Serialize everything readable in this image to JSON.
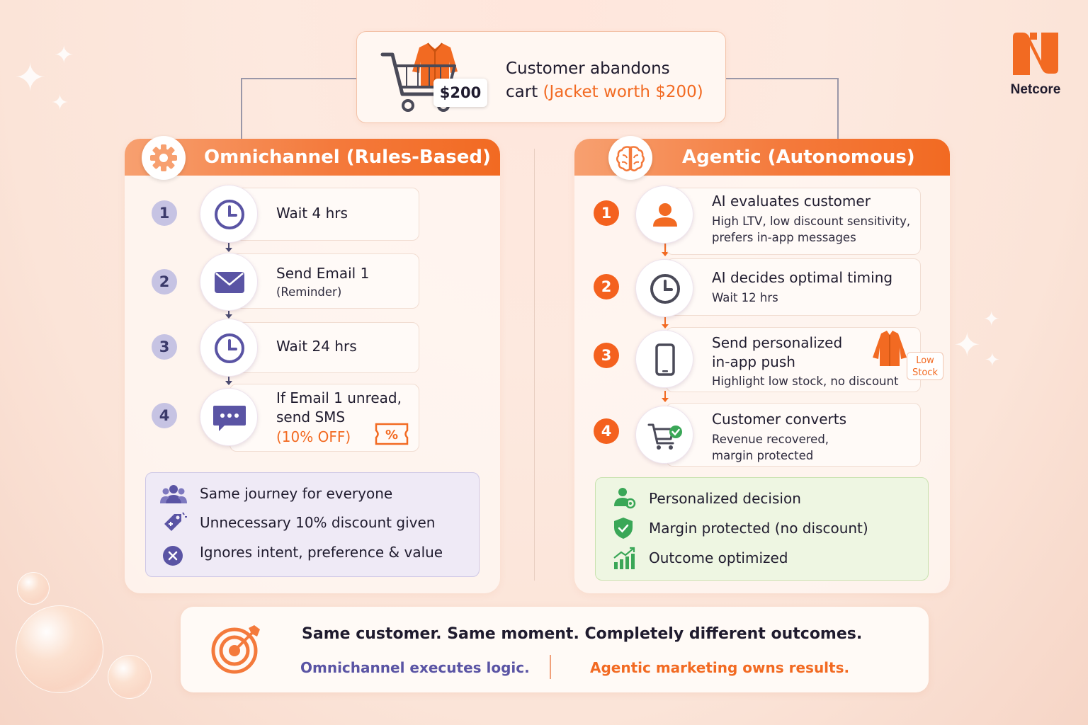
{
  "brand": {
    "name": "Netcore",
    "color": "#f26a22"
  },
  "top": {
    "line1": "Customer abandons",
    "line2_prefix": "cart ",
    "line2_accent": "(Jacket worth $200)",
    "price_tag": "$200"
  },
  "left": {
    "title": "Omnichannel (Rules-Based)",
    "icon": "gear-icon",
    "steps": [
      {
        "num": "1",
        "icon": "clock-icon",
        "title": "Wait 4 hrs"
      },
      {
        "num": "2",
        "icon": "envelope-icon",
        "title": "Send Email 1",
        "sub": "(Reminder)"
      },
      {
        "num": "3",
        "icon": "clock-icon",
        "title": "Wait 24 hrs"
      },
      {
        "num": "4",
        "icon": "chat-icon",
        "line1": "If Email 1 unread,",
        "line2": "send SMS",
        "accent": "(10% OFF)",
        "badge_icon": "percent-coupon-icon"
      }
    ],
    "summary": [
      {
        "icon": "group-icon",
        "text": "Same journey for everyone"
      },
      {
        "icon": "discount-tag-icon",
        "text": "Unnecessary 10% discount given"
      },
      {
        "icon": "x-circle-icon",
        "text": "Ignores intent, preference & value"
      }
    ]
  },
  "right": {
    "title": "Agentic (Autonomous)",
    "icon": "brain-icon",
    "steps": [
      {
        "num": "1",
        "icon": "person-icon",
        "title": "AI evaluates customer",
        "sub1": "High LTV, low discount sensitivity,",
        "sub2": "prefers in-app messages"
      },
      {
        "num": "2",
        "icon": "clock-icon",
        "title": "AI decides optimal timing",
        "sub1": "Wait 12 hrs"
      },
      {
        "num": "3",
        "icon": "phone-icon",
        "title": "Send personalized",
        "title2": "in-app push",
        "sub1": "Highlight low stock, no discount",
        "badge_line1": "Low",
        "badge_line2": "Stock"
      },
      {
        "num": "4",
        "icon": "cart-check-icon",
        "title": "Customer converts",
        "sub1": "Revenue recovered,",
        "sub2": "margin protected"
      }
    ],
    "summary": [
      {
        "icon": "person-gear-icon",
        "text": "Personalized decision"
      },
      {
        "icon": "shield-check-icon",
        "text": "Margin protected (no discount)"
      },
      {
        "icon": "growth-chart-icon",
        "text": "Outcome optimized"
      }
    ]
  },
  "bottom": {
    "icon": "target-icon",
    "main": "Same customer. Same moment. Completely different outcomes.",
    "left": "Omnichannel executes logic.",
    "right": "Agentic marketing owns results."
  },
  "colors": {
    "orange": "#f26a22",
    "purple": "#5a54a4",
    "green": "#3aa757"
  }
}
